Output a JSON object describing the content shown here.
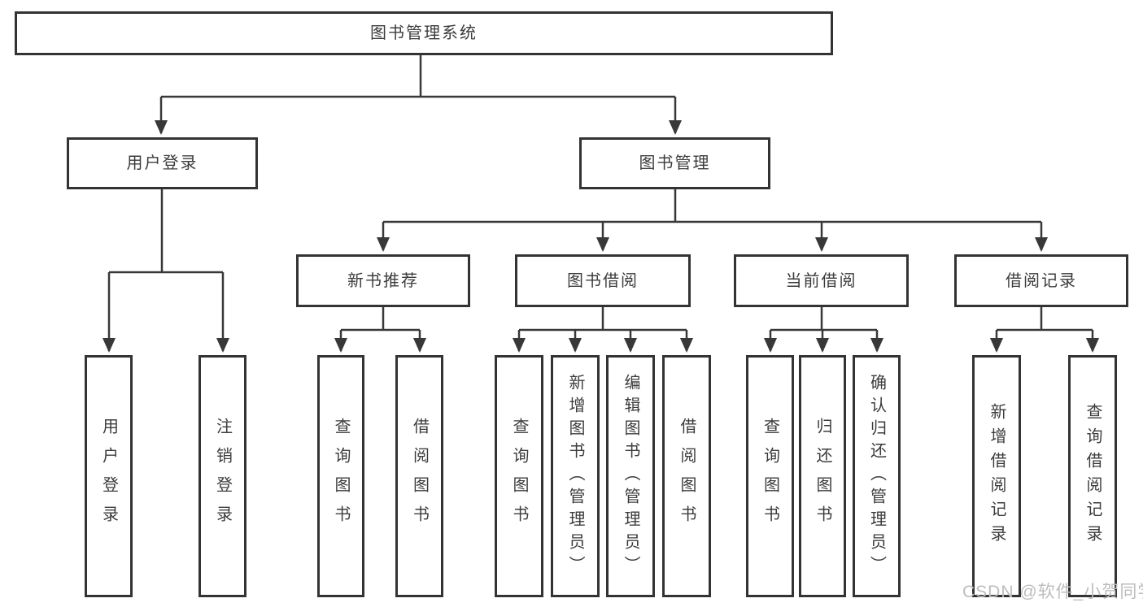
{
  "tree": {
    "root": {
      "label": "图书管理系统",
      "children": [
        {
          "label": "用户登录",
          "children": [
            {
              "label": "用户登录"
            },
            {
              "label": "注销登录"
            }
          ]
        },
        {
          "label": "图书管理",
          "children": [
            {
              "label": "新书推荐",
              "children": [
                {
                  "label": "查询图书"
                },
                {
                  "label": "借阅图书"
                }
              ]
            },
            {
              "label": "图书借阅",
              "children": [
                {
                  "label": "查询图书"
                },
                {
                  "label": "新增图书（管理员）"
                },
                {
                  "label": "编辑图书（管理员）"
                },
                {
                  "label": "借阅图书"
                }
              ]
            },
            {
              "label": "当前借阅",
              "children": [
                {
                  "label": "查询图书"
                },
                {
                  "label": "归还图书"
                },
                {
                  "label": "确认归还（管理员）"
                }
              ]
            },
            {
              "label": "借阅记录",
              "children": [
                {
                  "label": "新增借阅记录"
                },
                {
                  "label": "查询借阅记录"
                }
              ]
            }
          ]
        }
      ]
    }
  },
  "watermark": "CSDN @软件_小贺同学",
  "colors": {
    "line": "#383838",
    "box_border": "#333333",
    "text": "#3c3c3c",
    "watermark": "#bdbdbd",
    "background": "#ffffff"
  }
}
